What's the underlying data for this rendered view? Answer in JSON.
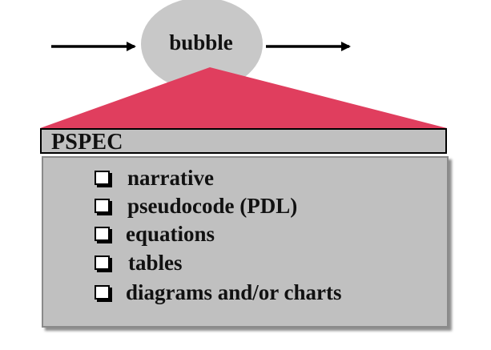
{
  "bubble": {
    "label": "bubble",
    "fill": "#c8c8c8"
  },
  "funnel": {
    "color": "#e03e5e"
  },
  "pspec": {
    "title": "PSPEC",
    "panel_fill": "#c0c0c0",
    "items": [
      {
        "label": "narrative"
      },
      {
        "label": "pseudocode (PDL)"
      },
      {
        "label": "equations"
      },
      {
        "label": "tables"
      },
      {
        "label": "diagrams and/or charts"
      }
    ]
  }
}
